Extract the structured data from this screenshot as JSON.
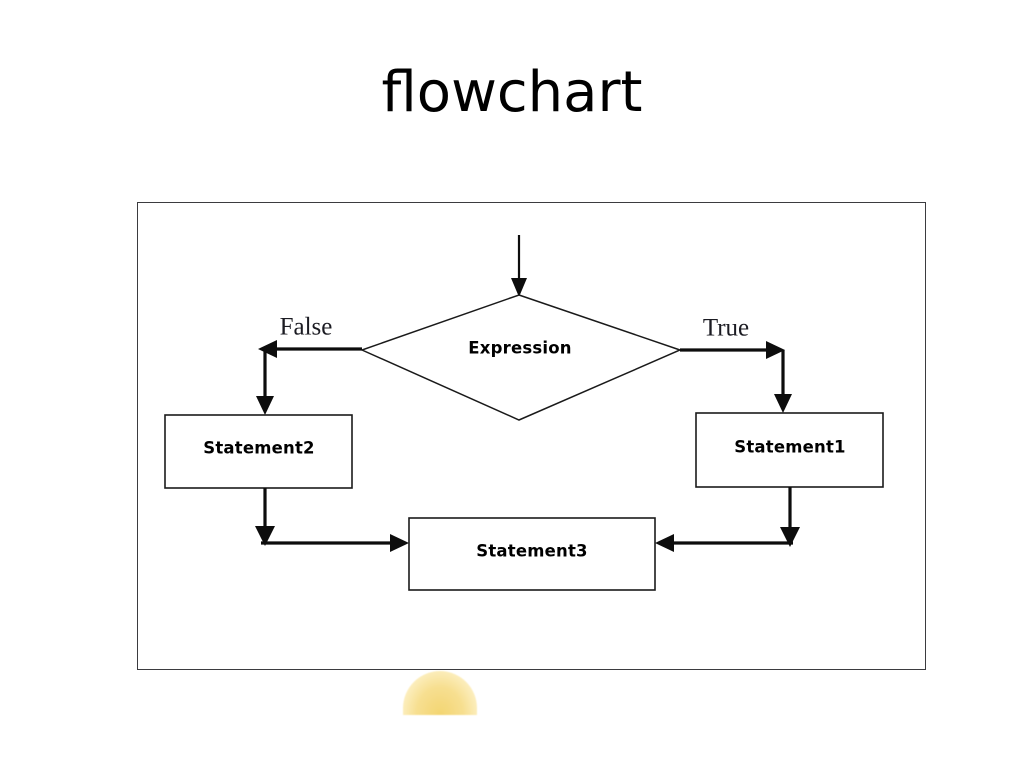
{
  "slide": {
    "title": "flowchart",
    "background_color": "#ffffff"
  },
  "frame": {
    "border_color": "#3b3b3f"
  },
  "diagram": {
    "type": "flowchart",
    "nodes": [
      {
        "id": "expression",
        "label": "Expression",
        "shape": "diamond"
      },
      {
        "id": "statement1",
        "label": "Statement1",
        "shape": "rectangle"
      },
      {
        "id": "statement2",
        "label": "Statement2",
        "shape": "rectangle"
      },
      {
        "id": "statement3",
        "label": "Statement3",
        "shape": "rectangle"
      }
    ],
    "branch_labels": {
      "false": "False",
      "true": "True"
    },
    "edges": [
      {
        "from": "entry",
        "to": "expression",
        "label": ""
      },
      {
        "from": "expression",
        "to": "statement2",
        "label": "False"
      },
      {
        "from": "expression",
        "to": "statement1",
        "label": "True"
      },
      {
        "from": "statement2",
        "to": "statement3",
        "label": ""
      },
      {
        "from": "statement1",
        "to": "statement3",
        "label": ""
      }
    ],
    "line_color": "#0d0d0d",
    "shape_fill": "#ffffff"
  },
  "decoration": {
    "dome_color": "#f7de8b"
  }
}
